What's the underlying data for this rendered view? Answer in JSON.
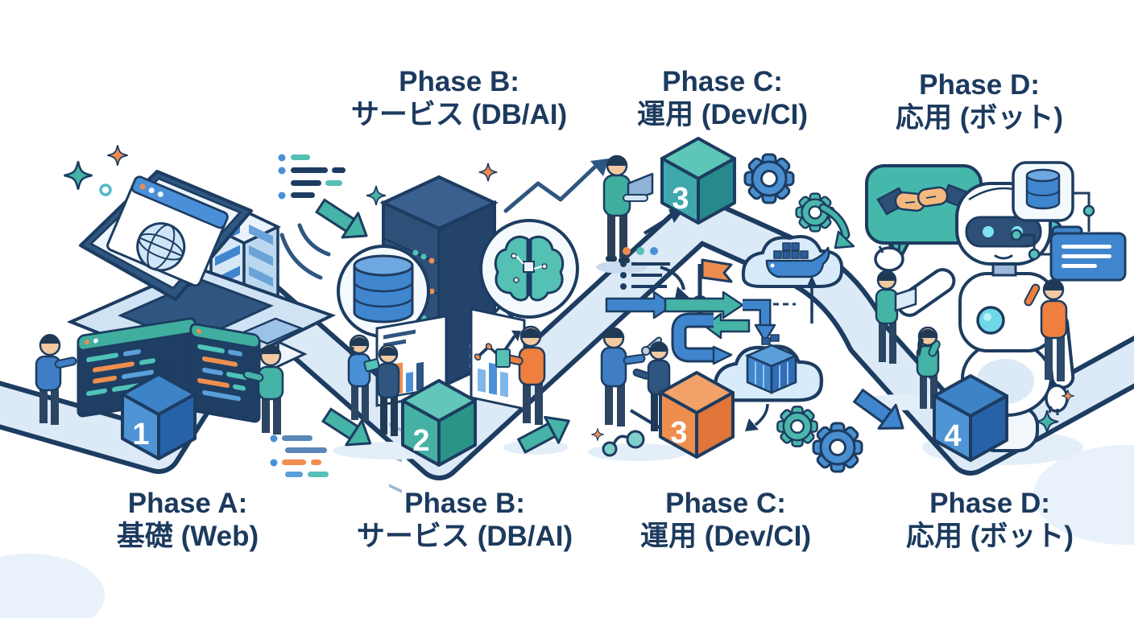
{
  "illustration": {
    "type": "isometric-roadmap-infographic",
    "colors": {
      "background": "#ffffff",
      "navy_outline": "#1d3c61",
      "text_navy": "#1c3a5e",
      "road_fill": "#dce9f6",
      "blue": "#3f86ce",
      "light_blue": "#cfe3f4",
      "teal": "#45b3a6",
      "orange": "#ee8b4e",
      "skin": "#f2c9a1"
    },
    "top_labels": [
      {
        "title": "Phase B:",
        "subtitle": "サービス (DB/AI)"
      },
      {
        "title": "Phase C:",
        "subtitle": "運用 (Dev/CI)"
      },
      {
        "title": "Phase D:",
        "subtitle": "応用 (ボット)"
      }
    ],
    "bottom_labels": [
      {
        "title": "Phase A:",
        "subtitle": "基礎 (Web)"
      },
      {
        "title": "Phase B:",
        "subtitle": "サービス (DB/AI)"
      },
      {
        "title": "Phase C:",
        "subtitle": "運用 (Dev/CI)"
      },
      {
        "title": "Phase D:",
        "subtitle": "応用 (ボット)"
      }
    ],
    "milestones": [
      {
        "number": "1",
        "color": "blue"
      },
      {
        "number": "2",
        "color": "teal"
      },
      {
        "number": "3",
        "color": "teal"
      },
      {
        "number": "3",
        "color": "orange"
      },
      {
        "number": "4",
        "color": "blue"
      }
    ],
    "icons": [
      "winding-road-path",
      "laptop-browser-globe",
      "office-building",
      "code-editor-window",
      "server-rack",
      "database-speech-bubble",
      "ai-brain-speech-bubble",
      "growth-arrow",
      "bar-chart-board",
      "milestone-cube",
      "gear",
      "docker-whale-cloud",
      "container-cloud",
      "ci-pipeline-flowchart",
      "checklist",
      "milestone-flag",
      "git-branch",
      "wrench",
      "handshake-speech-bubble",
      "robot-assistant",
      "database-card",
      "folder-card",
      "sparkle",
      "wifi-signal",
      "code-lines"
    ]
  }
}
